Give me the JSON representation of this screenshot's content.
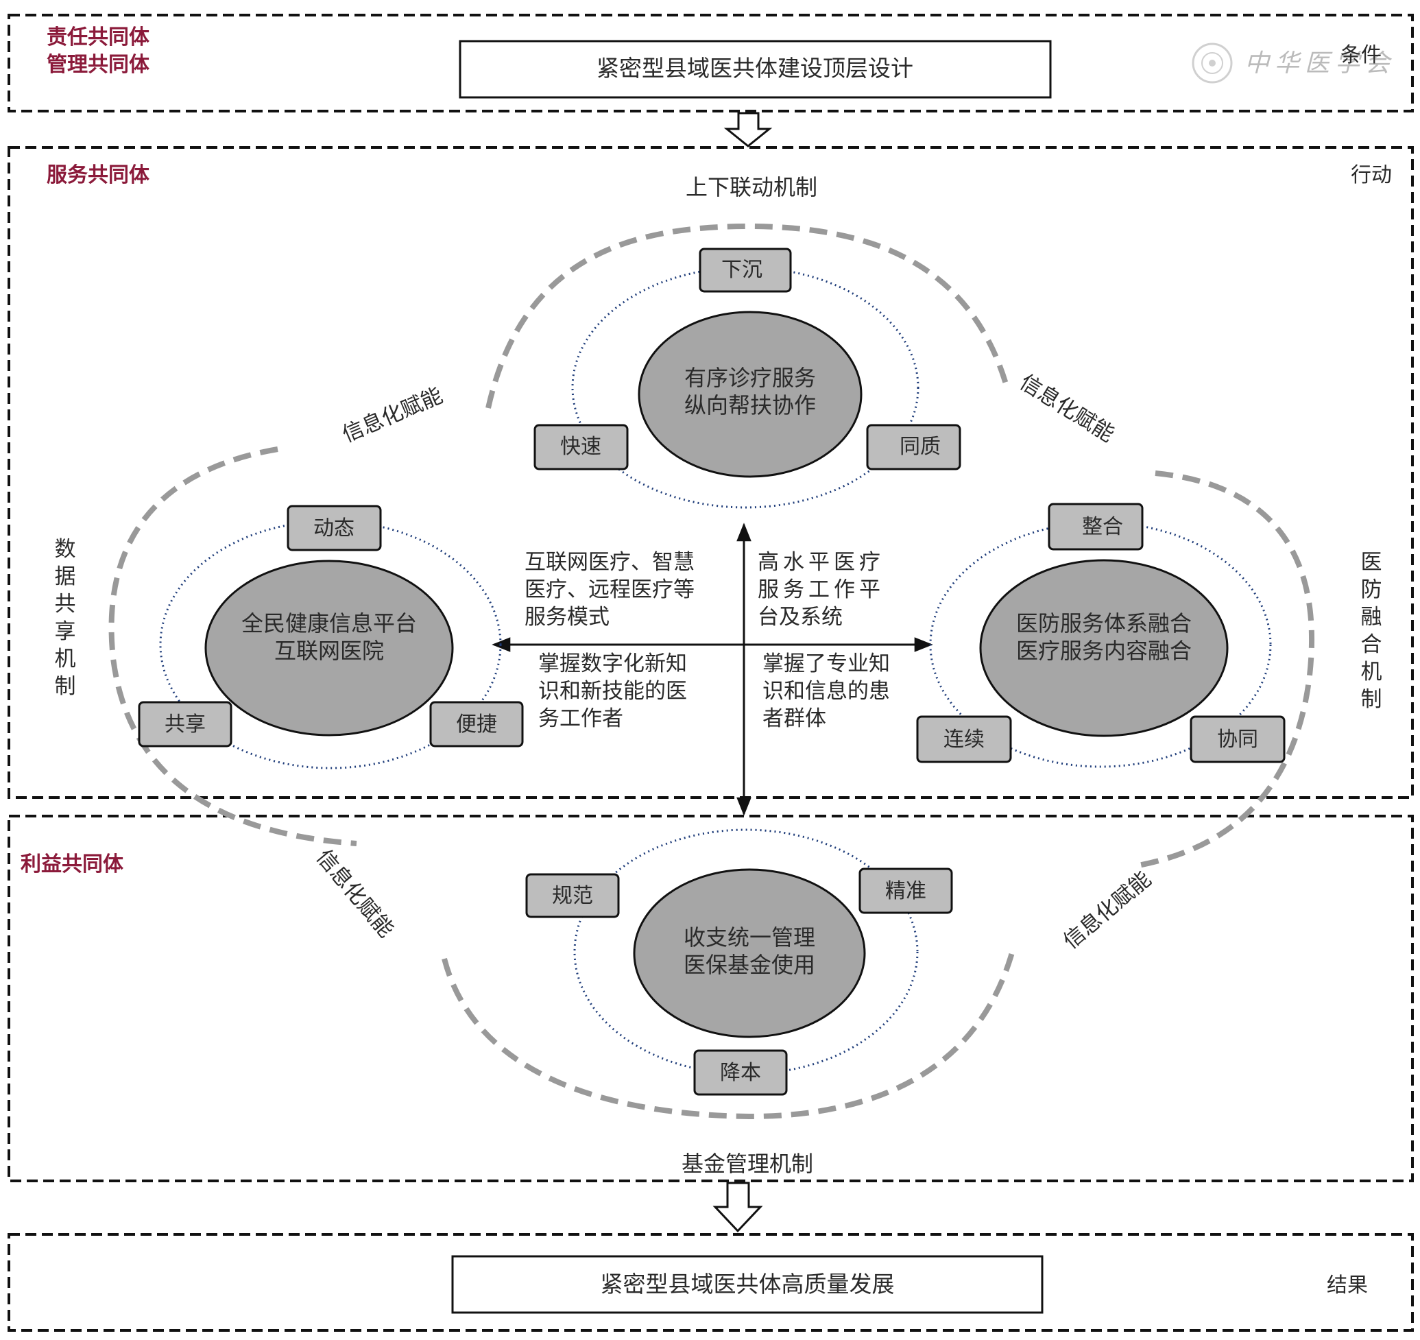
{
  "top": {
    "left_labels": [
      "责任共同体",
      "管理共同体"
    ],
    "box": "紧密型县域医共体建设顶层设计",
    "right_label": "条件",
    "watermark": "中华医学会"
  },
  "middle": {
    "left_label": "服务共同体",
    "right_label": "行动",
    "top_mechanism": "上下联动机制",
    "left_mechanism": [
      "数",
      "据",
      "共",
      "享",
      "机",
      "制"
    ],
    "right_mechanism": [
      "医",
      "防",
      "融",
      "合",
      "机",
      "制"
    ],
    "info_label": "信息化赋能",
    "top_circle": {
      "lines": [
        "有序诊疗服务",
        "纵向帮扶协作"
      ],
      "tags": [
        "下沉",
        "快速",
        "同质"
      ]
    },
    "left_circle": {
      "lines": [
        "全民健康信息平台",
        "互联网医院"
      ],
      "tags": [
        "动态",
        "共享",
        "便捷"
      ]
    },
    "right_circle": {
      "lines": [
        "医防服务体系融合",
        "医疗服务内容融合"
      ],
      "tags": [
        "整合",
        "连续",
        "协同"
      ]
    },
    "quadrant_tl": [
      "互联网医疗、智慧",
      "医疗、远程医疗等",
      "服务模式"
    ],
    "quadrant_tr": [
      "高水平医疗",
      "服务工作平",
      "台及系统"
    ],
    "quadrant_bl": [
      "掌握数字化新知",
      "识和新技能的医",
      "务工作者"
    ],
    "quadrant_br": [
      "掌握了专业知",
      "识和信息的患",
      "者群体"
    ]
  },
  "lower": {
    "left_label": "利益共同体",
    "bottom_mechanism": "基金管理机制",
    "bottom_circle": {
      "lines": [
        "收支统一管理",
        "医保基金使用"
      ],
      "tags": [
        "规范",
        "精准",
        "降本"
      ]
    }
  },
  "bottom": {
    "box": "紧密型县域医共体高质量发展",
    "right_label": "结果"
  }
}
